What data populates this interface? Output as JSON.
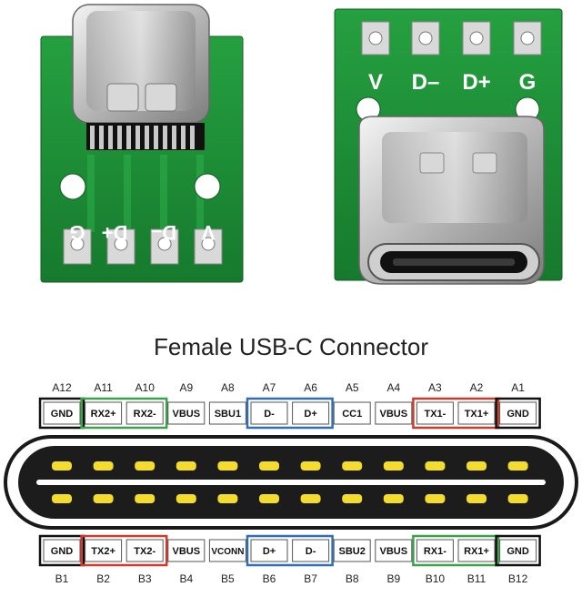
{
  "photo_labels": {
    "left_board": [
      "G",
      "D+",
      "D–",
      "V"
    ],
    "right_board": [
      "V",
      "D–",
      "D+",
      "G"
    ]
  },
  "title": "Female USB-C Connector",
  "top_row": [
    {
      "id": "A12",
      "label": "GND",
      "group": "gnd"
    },
    {
      "id": "A11",
      "label": "RX2+",
      "group": "green"
    },
    {
      "id": "A10",
      "label": "RX2-",
      "group": "green"
    },
    {
      "id": "A9",
      "label": "VBUS",
      "group": "none"
    },
    {
      "id": "A8",
      "label": "SBU1",
      "group": "none"
    },
    {
      "id": "A7",
      "label": "D-",
      "group": "blue"
    },
    {
      "id": "A6",
      "label": "D+",
      "group": "blue"
    },
    {
      "id": "A5",
      "label": "CC1",
      "group": "none"
    },
    {
      "id": "A4",
      "label": "VBUS",
      "group": "none"
    },
    {
      "id": "A3",
      "label": "TX1-",
      "group": "red"
    },
    {
      "id": "A2",
      "label": "TX1+",
      "group": "red"
    },
    {
      "id": "A1",
      "label": "GND",
      "group": "gnd"
    }
  ],
  "bottom_row": [
    {
      "id": "B1",
      "label": "GND",
      "group": "gnd"
    },
    {
      "id": "B2",
      "label": "TX2+",
      "group": "red"
    },
    {
      "id": "B3",
      "label": "TX2-",
      "group": "red"
    },
    {
      "id": "B4",
      "label": "VBUS",
      "group": "none"
    },
    {
      "id": "B5",
      "label": "VCONN",
      "group": "none"
    },
    {
      "id": "B6",
      "label": "D+",
      "group": "blue"
    },
    {
      "id": "B7",
      "label": "D-",
      "group": "blue"
    },
    {
      "id": "B8",
      "label": "SBU2",
      "group": "none"
    },
    {
      "id": "B9",
      "label": "VBUS",
      "group": "none"
    },
    {
      "id": "B10",
      "label": "RX1-",
      "group": "green"
    },
    {
      "id": "B11",
      "label": "RX1+",
      "group": "green"
    },
    {
      "id": "B12",
      "label": "GND",
      "group": "gnd"
    }
  ],
  "colors": {
    "pcb_green": "#1e8a37",
    "gold_pin": "#f4dc2c",
    "group_red": "#d03a2c",
    "group_green": "#3aa34a",
    "group_blue": "#2f6fb5",
    "group_gnd": "#111111"
  }
}
